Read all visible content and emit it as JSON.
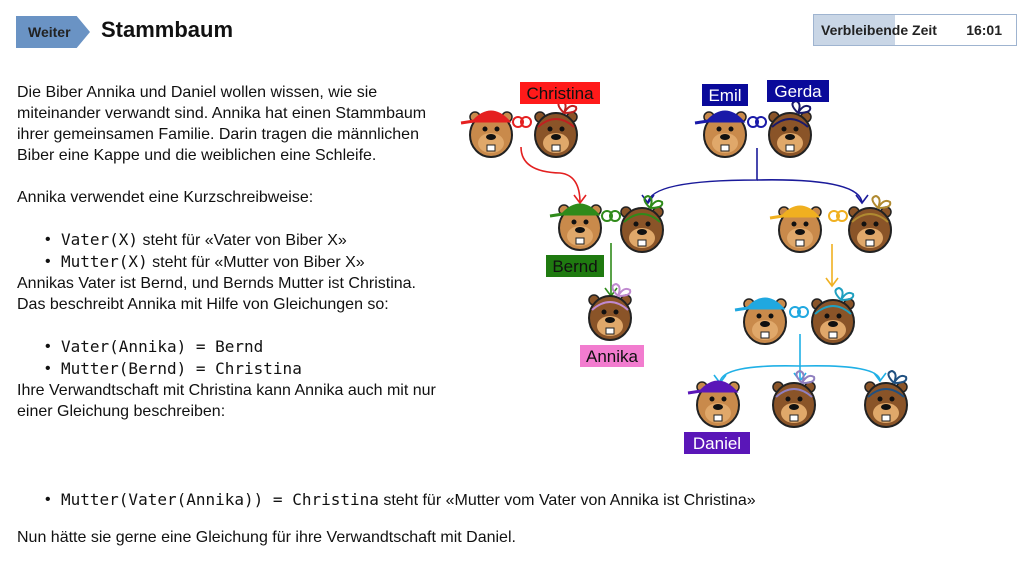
{
  "header": {
    "next_label": "Weiter",
    "title": "Stammbaum",
    "timer_label": "Verbleibende Zeit",
    "timer_value": "16:01"
  },
  "text": {
    "p1": "Die Biber Annika und Daniel wollen wissen, wie sie miteinander verwandt sind. Annika hat einen Stammbaum ihrer gemeinsamen Familie. Darin tragen die männlichen Biber eine Kappe und die weiblichen eine Schleife.",
    "p2": "Annika verwendet eine Kurzschreibweise:",
    "b1_code": "Vater(X)",
    "b1_text": " steht für «Vater von Biber X»",
    "b2_code": "Mutter(X)",
    "b2_text": " steht für «Mutter von Biber X»",
    "p3": "Annikas Vater ist Bernd, und Bernds Mutter ist Christina. Das beschreibt Annika mit Hilfe von Gleichungen so:",
    "b3_code": "Vater(Annika) = Bernd",
    "b4_code": "Mutter(Bernd) = Christina",
    "p4": "Ihre Verwandtschaft mit Christina kann Annika auch mit nur einer Gleichung beschreiben:",
    "b5_code": "Mutter(Vater(Annika)) = Christina",
    "b5_text": " steht für «Mutter vom Vater von Annika ist Christina»",
    "p5": "Nun hätte sie gerne eine Gleichung für ihre Verwandtschaft mit Daniel."
  },
  "tree": {
    "labels": [
      {
        "name": "Christina",
        "color": "#ff1a1a",
        "text_color": "#111"
      },
      {
        "name": "Emil",
        "color": "#0a0a9a",
        "text_color": "#fff"
      },
      {
        "name": "Gerda",
        "color": "#0a0a9a",
        "text_color": "#fff"
      },
      {
        "name": "Bernd",
        "color": "#1f7a10",
        "text_color": "#111"
      },
      {
        "name": "Annika",
        "color": "#f27ccf",
        "text_color": "#111"
      },
      {
        "name": "Daniel",
        "color": "#5a16b8",
        "text_color": "#fff"
      }
    ]
  }
}
